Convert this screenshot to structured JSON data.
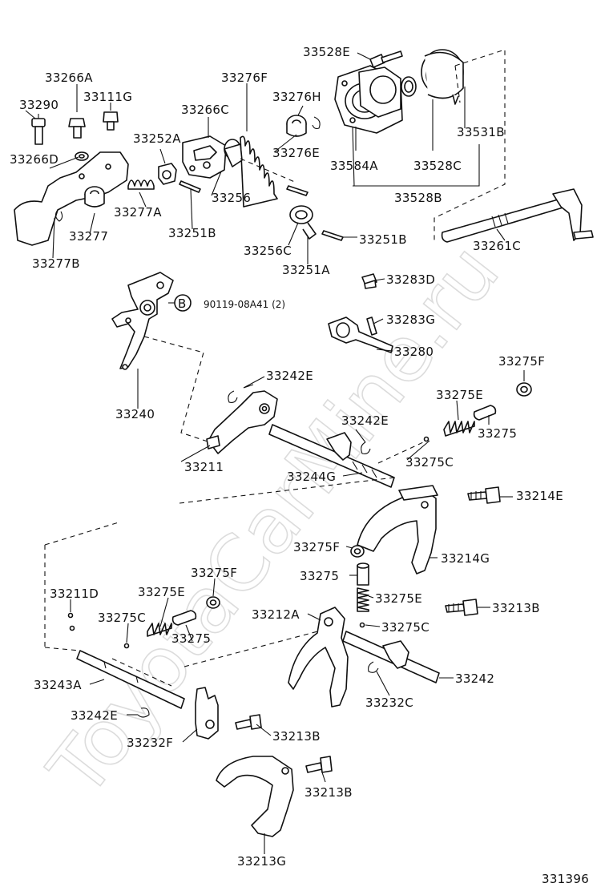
{
  "watermark": "ToyotaCarMine.ru",
  "diagram_id": "331396",
  "labels": {
    "p33528E": "33528E",
    "p33266A": "33266A",
    "p33276F": "33276F",
    "p33290": "33290",
    "p33111G": "33111G",
    "p33276H": "33276H",
    "p33266C": "33266C",
    "p33531B": "33531B",
    "p33252A": "33252A",
    "p33276E": "33276E",
    "p33266D": "33266D",
    "p33584A": "33584A",
    "p33528C": "33528C",
    "p33528B": "33528B",
    "p33256": "33256",
    "p33277A": "33277A",
    "p33277": "33277",
    "p33251B_1": "33251B",
    "p33251B_2": "33251B",
    "p33261C": "33261C",
    "p33256C": "33256C",
    "p33277B": "33277B",
    "p33251A": "33251A",
    "p33283D": "33283D",
    "p90119": "90119-08A41 (2)",
    "p33283G": "33283G",
    "p33280": "33280",
    "p33275F_1": "33275F",
    "p33242E_1": "33242E",
    "p33275E_1": "33275E",
    "p33240": "33240",
    "p33242E_2": "33242E",
    "p33275_1": "33275",
    "p33275C_1": "33275C",
    "p33211": "33211",
    "p33244G": "33244G",
    "p33214E": "33214E",
    "p33275F_2": "33275F",
    "p33214G": "33214G",
    "p33275F_3": "33275F",
    "p33275_2": "33275",
    "p33211D": "33211D",
    "p33275E_2": "33275E",
    "p33275E_3": "33275E",
    "p33212A": "33212A",
    "p33213B_1": "33213B",
    "p33275C_2": "33275C",
    "p33275_3": "33275",
    "p33275C_3": "33275C",
    "p33242": "33242",
    "p33243A": "33243A",
    "p33232C": "33232C",
    "p33242E_3": "33242E",
    "p33213B_2": "33213B",
    "p33232F": "33232F",
    "p33213B_3": "33213B",
    "p33213G": "33213G"
  },
  "callout_letter": "B",
  "colors": {
    "ink": "#111111",
    "watermark": "#dcdcdc",
    "paper": "#ffffff"
  }
}
